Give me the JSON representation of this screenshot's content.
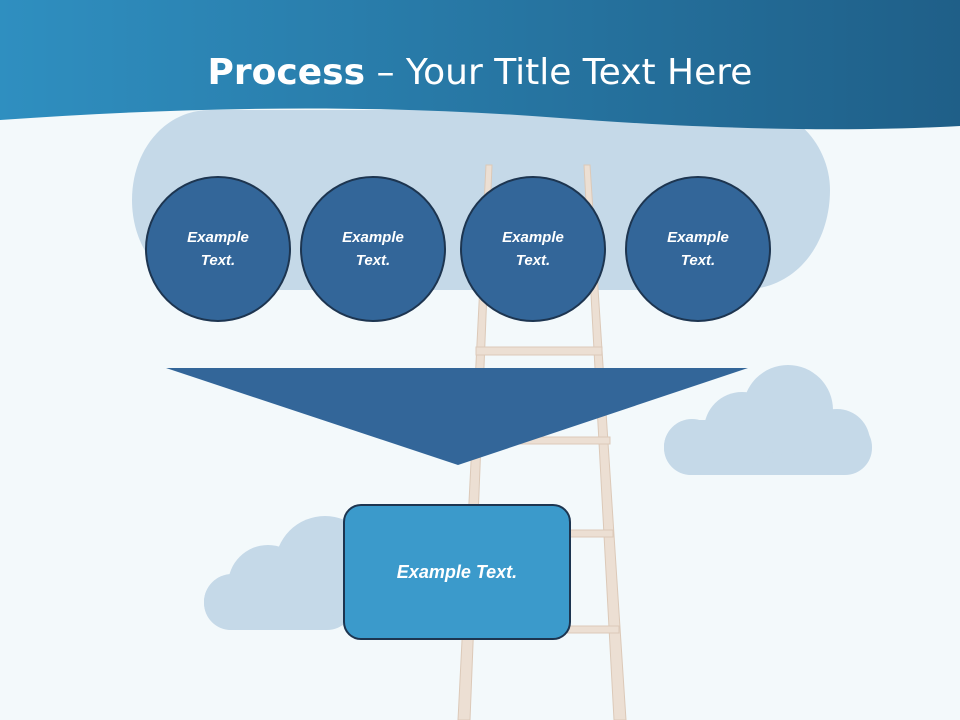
{
  "title": {
    "bold": "Process",
    "rest": " – Your Title Text Here"
  },
  "circles": [
    {
      "label": "Example Text."
    },
    {
      "label": "Example Text."
    },
    {
      "label": "Example Text."
    },
    {
      "label": "Example Text."
    }
  ],
  "result_box": {
    "label": "Example Text."
  },
  "colors": {
    "header_dark": "#1f5f88",
    "header_light": "#2f8fc0",
    "circle_fill": "#336699",
    "arrow_fill": "#336699",
    "box_fill": "#3b9acb",
    "cloud": "#c5d9e8",
    "ladder": "#ecdfd3"
  }
}
